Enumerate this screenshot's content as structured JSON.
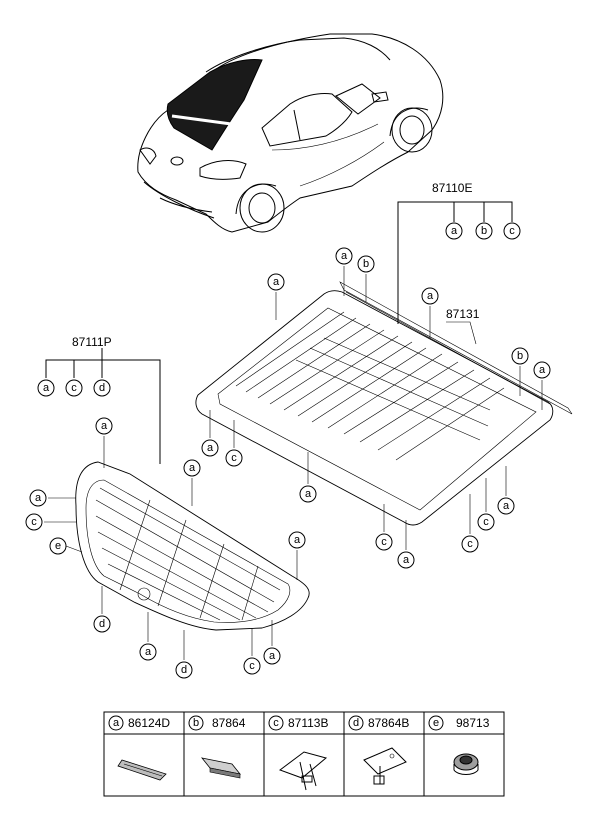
{
  "assemblies": {
    "rear_glass": {
      "part_no": "87110E",
      "callouts": [
        "a",
        "b",
        "c"
      ]
    },
    "moulding": {
      "part_no": "87131"
    },
    "quarter_glass": {
      "part_no": "87111P",
      "callouts": [
        "a",
        "c",
        "d"
      ]
    }
  },
  "legend": [
    {
      "letter": "a",
      "part_no": "86124D",
      "icon": "clip-strip-icon"
    },
    {
      "letter": "b",
      "part_no": "87864",
      "icon": "pad-clip-icon"
    },
    {
      "letter": "c",
      "part_no": "87113B",
      "icon": "bracket-clip-icon"
    },
    {
      "letter": "d",
      "part_no": "87864B",
      "icon": "mount-clip-icon"
    },
    {
      "letter": "e",
      "part_no": "98713",
      "icon": "grommet-icon"
    }
  ]
}
